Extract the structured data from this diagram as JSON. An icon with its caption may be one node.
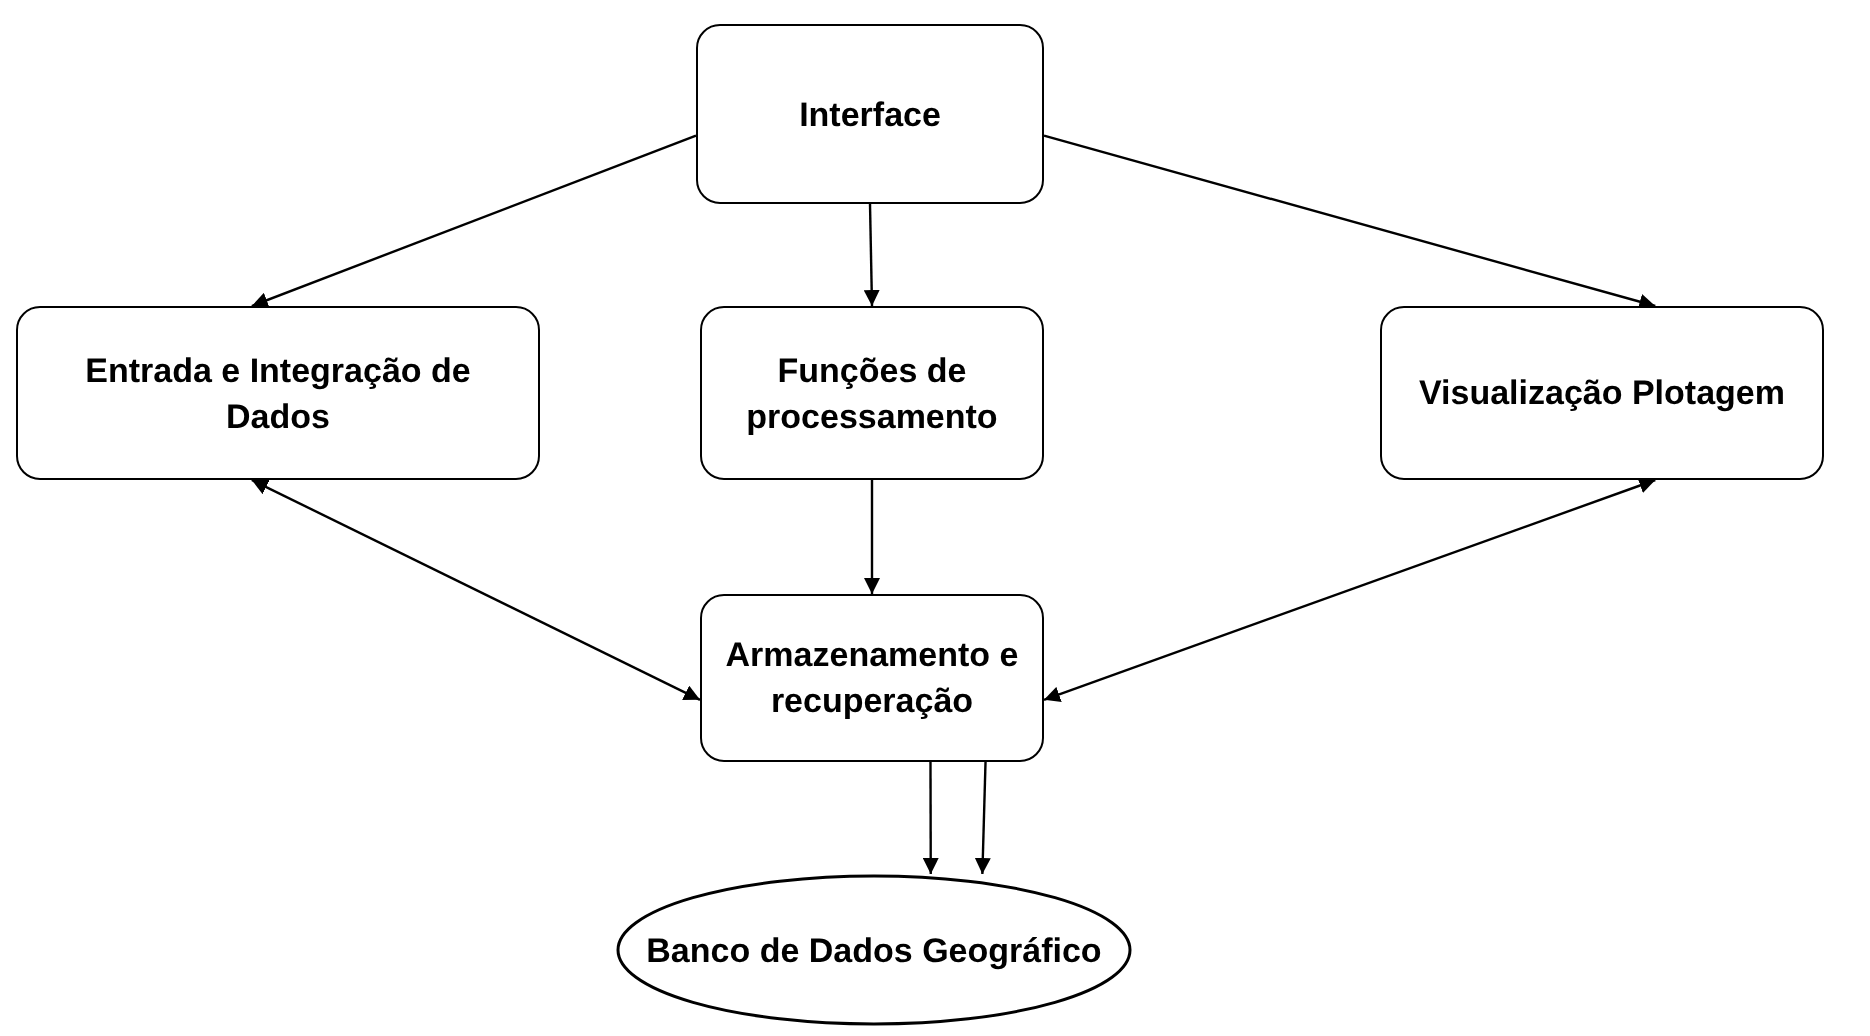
{
  "diagram": {
    "nodes": [
      {
        "text": [
          "Interface"
        ]
      },
      {
        "text": [
          "Entrada e Integração de Dados"
        ]
      },
      {
        "text": [
          "Funções de processamento"
        ]
      },
      {
        "text": [
          "Visualização Plotagem"
        ]
      },
      {
        "text": [
          "Armazenamento e recuperação"
        ]
      },
      {
        "text": [
          "Banco de Dados Geográfico"
        ]
      }
    ],
    "edges": [
      {
        "from": 0,
        "to": 1,
        "arrow": "to"
      },
      {
        "from": 0,
        "to": 2,
        "arrow": "to"
      },
      {
        "from": 0,
        "to": 3,
        "arrow": "to"
      },
      {
        "from": 1,
        "to": 4,
        "arrow": "both"
      },
      {
        "from": 2,
        "to": 4,
        "arrow": "to"
      },
      {
        "from": 3,
        "to": 4,
        "arrow": "both"
      },
      {
        "from": 4,
        "to": 5,
        "arrow": "to"
      },
      {
        "from": 4,
        "to": 5,
        "arrow": "to"
      }
    ]
  }
}
